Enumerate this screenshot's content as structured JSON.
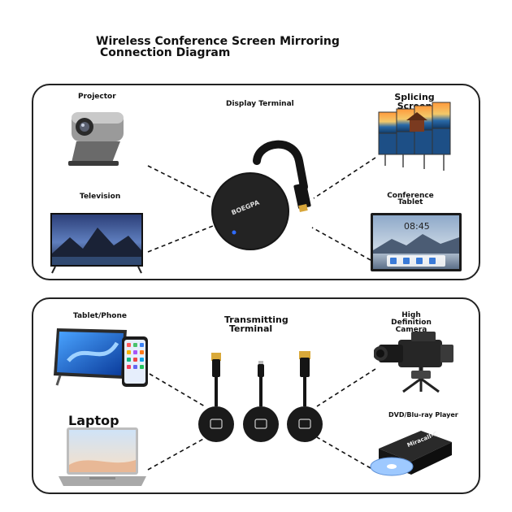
{
  "title": {
    "line1": "Wireless Conference Screen Mirroring",
    "line2": "Connection Diagram"
  },
  "top_panel": {
    "center_label": "Display Terminal",
    "dongle_brand": "BOEGPA",
    "devices": {
      "projector": "Projector",
      "television": "Television",
      "splicing_screen_l1": "Splicing",
      "splicing_screen_l2": "Screen",
      "conference_tablet_l1": "Conference",
      "conference_tablet_l2": "Tablet",
      "tablet_time": "08:45"
    }
  },
  "bottom_panel": {
    "center_label_l1": "Transmitting",
    "center_label_l2": "Terminal",
    "devices": {
      "tablet_phone": "Tablet/Phone",
      "laptop": "Laptop",
      "camera_l1": "High Definition",
      "camera_l2": "Camera",
      "dvd_player": "DVD/Blu-ray Player",
      "dvd_brand": "Miracall-C"
    }
  },
  "colors": {
    "border": "#222222",
    "dongle": "#151515",
    "led": "#2f6bff",
    "wire": "#111111"
  }
}
